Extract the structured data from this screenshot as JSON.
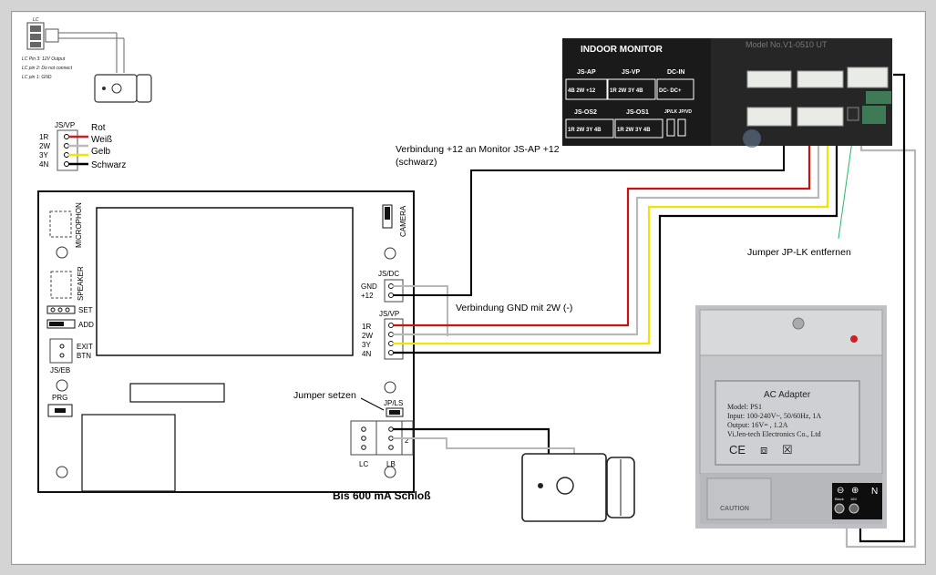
{
  "lc_module": {
    "title": "LC",
    "notes": [
      "LC Pin 3: 12V Output",
      "LC pin 2: Do not connect",
      "LC pin 1: GND"
    ]
  },
  "jsvp_legend": {
    "header": "JS/VP",
    "pins": [
      "1R",
      "2W",
      "3Y",
      "4N"
    ],
    "colors": [
      {
        "name": "Rot",
        "hex": "#cc2020"
      },
      {
        "name": "Weiß",
        "hex": "#bbbbbb"
      },
      {
        "name": "Gelb",
        "hex": "#f2e400"
      },
      {
        "name": "Schwarz",
        "hex": "#000000"
      }
    ]
  },
  "outdoor_unit": {
    "left_labels": [
      "MICROPHON",
      "SPEAKER",
      "SET",
      "ADD",
      "EXIT",
      "BTN",
      "JS/EB",
      "PRG"
    ],
    "right_labels": [
      "CAMERA",
      "JS/DC",
      "GND",
      "+12",
      "JS/VP",
      "1R",
      "2W",
      "3Y",
      "4N",
      "JP/LS",
      "LC",
      "LB",
      "2"
    ]
  },
  "indoor_monitor": {
    "title": "INDOOR MONITOR",
    "model": "Model No.V1-0510 UT",
    "ports_top": [
      {
        "name": "JS-AP",
        "pins": "4B 2W +12"
      },
      {
        "name": "JS-VP",
        "pins": "1R 2W 3Y 4B"
      },
      {
        "name": "DC-IN",
        "pins": "DC- DC+"
      }
    ],
    "ports_bottom": [
      {
        "name": "JS-OS2",
        "pins": "1R 2W 3Y 4B"
      },
      {
        "name": "JS-OS1",
        "pins": "1R 2W 3Y 4B"
      },
      {
        "name": "JP/LK JP/VD",
        "pins": ""
      }
    ]
  },
  "annotations": {
    "monitor_plus12": "Verbindung +12 an Monitor JS-AP +12",
    "monitor_plus12_sub": "(schwarz)",
    "remove_jumper": "Jumper JP-LK entfernen",
    "gnd_to_2w": "Verbindung GND mit 2W (-)",
    "set_jumper": "Jumper setzen",
    "lock_limit": "Bis 600 mA  Schloß"
  },
  "adapter": {
    "title": "AC Adapter",
    "lines": [
      "Model: PS1",
      "Input: 100-240V~, 50/60Hz, 1A",
      "Output: 16V= , 1.2A",
      "Vi.Jen-tech Electronics Co., Ltd"
    ],
    "marks": [
      "CE",
      "⧈",
      "☒"
    ],
    "terminals": [
      "⊖",
      "⊕",
      "N"
    ],
    "terminal_sub": [
      "Black",
      "16V"
    ],
    "caution": "CAUTION"
  },
  "wire_colors": {
    "red": "#cc1111",
    "white": "#b8b8b8",
    "yellow": "#f2e400",
    "black": "#000000",
    "green": "#22bb66"
  }
}
